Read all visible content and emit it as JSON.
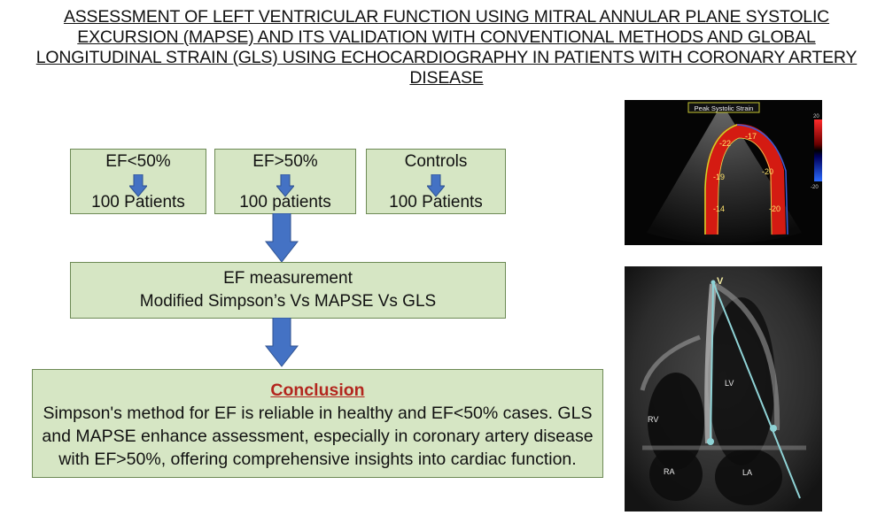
{
  "title": {
    "lines": [
      "ASSESSMENT OF LEFT VENTRICULAR FUNCTION USING MITRAL ANNULAR PLANE SYSTOLIC",
      "EXCURSION (MAPSE) AND ITS VALIDATION WITH CONVENTIONAL METHODS AND GLOBAL",
      "LONGITUDINAL STRAIN (GLS) USING ECHOCARDIOGRAPHY IN PATIENTS WITH CORONARY ARTERY",
      "DISEASE"
    ]
  },
  "groups": [
    {
      "label": "EF<50%",
      "count": "100 Patients"
    },
    {
      "label": "EF>50%",
      "count": "100 patients"
    },
    {
      "label": "Controls",
      "count": "100 Patients"
    }
  ],
  "measurement": {
    "line1": "EF measurement",
    "line2": "Modified Simpson’s Vs MAPSE Vs GLS"
  },
  "conclusion": {
    "heading": "Conclusion",
    "line1": "Simpson's method for EF is reliable in healthy and EF<50% cases. GLS",
    "line2": "and MAPSE enhance assessment, especially in coronary artery disease",
    "line3": "with EF>50%, offering comprehensive insights into cardiac function."
  },
  "strain_image": {
    "header": "Peak Systolic Strain",
    "segments": [
      "-22",
      "-17",
      "-19",
      "-20",
      "-14",
      "-20"
    ],
    "scale_top": "20",
    "scale_bottom": "-20"
  },
  "mapse_image": {
    "labels": {
      "apex": "V",
      "lv": "LV",
      "rv": "RV",
      "ra": "RA",
      "la": "LA"
    }
  },
  "colors": {
    "box_fill": "#d6e6c4",
    "box_border": "#6d8a55",
    "arrow_fill": "#4472c4",
    "conclusion_heading": "#b3261e"
  }
}
